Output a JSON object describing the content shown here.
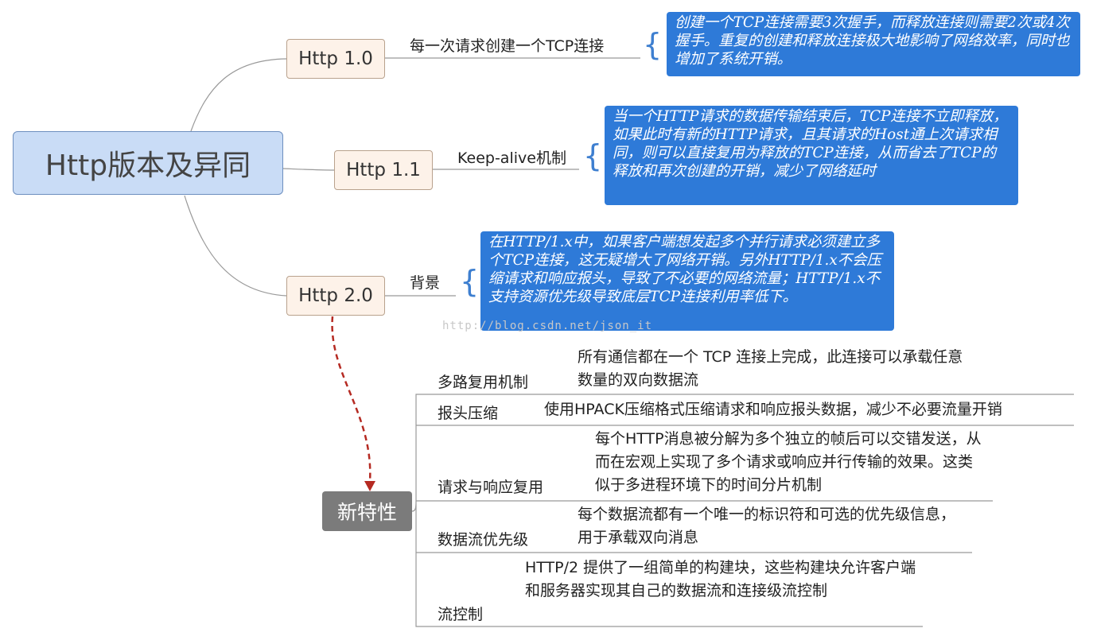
{
  "root": {
    "title": "Http版本及异同"
  },
  "versions": [
    {
      "name": "Http 1.0",
      "label": "每一次请求创建一个TCP连接",
      "note": "创建一个TCP连接需要3次握手，而释放连接则需要2次或4次握手。重复的创建和释放连接极大地影响了网络效率，同时也增加了系统开销。"
    },
    {
      "name": "Http 1.1",
      "label": "Keep-alive机制",
      "note": "当一个HTTP请求的数据传输结束后，TCP连接不立即释放，如果此时有新的HTTP请求，且其请求的Host通上次请求相同，则可以直接复用为释放的TCP连接，从而省去了TCP的释放和再次创建的开销，减少了网络延时"
    },
    {
      "name": "Http 2.0",
      "label": "背景",
      "note": "在HTTP/1.x中，如果客户端想发起多个并行请求必须建立多个TCP连接，这无疑增大了网络开销。另外HTTP/1.x不会压缩请求和响应报头，导致了不必要的网络流量；HTTP/1.x不支持资源优先级导致底层TCP连接利用率低下。"
    }
  ],
  "features": {
    "title": "新特性",
    "items": [
      {
        "name": "多路复用机制",
        "desc": "所有通信都在一个 TCP 连接上完成，此连接可以承载任意数量的双向数据流"
      },
      {
        "name": "报头压缩",
        "desc": "使用HPACK压缩格式压缩请求和响应报头数据，减少不必要流量开销"
      },
      {
        "name": "请求与响应复用",
        "desc": "每个HTTP消息被分解为多个独立的帧后可以交错发送，从而在宏观上实现了多个请求或响应并行传输的效果。这类似于多进程环境下的时间分片机制"
      },
      {
        "name": "数据流优先级",
        "desc": "每个数据流都有一个唯一的标识符和可选的优先级信息，用于承载双向消息"
      },
      {
        "name": "流控制",
        "desc": "HTTP/2 提供了一组简单的构建块，这些构建块允许客户端和服务器实现其自己的数据流和连接级流控制"
      }
    ]
  },
  "watermark": "http://blog.csdn.net/json_it",
  "colors": {
    "root_fill": "#c9dcf6",
    "version_fill": "#fdf2e9",
    "note_fill": "#2e7ad8",
    "feature_fill": "#7b7b7b",
    "arrow": "#b52a22"
  }
}
